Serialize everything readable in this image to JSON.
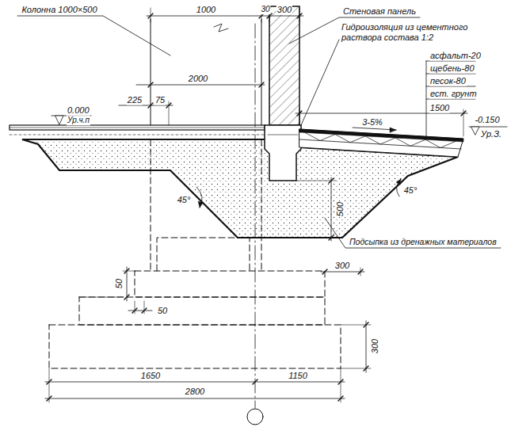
{
  "diagram": {
    "labels": [
      "Колонна 1000×500",
      "1000",
      "30",
      "300",
      "Стеновая панель",
      "Гидроизоляция из цементного раствора состава 1:2",
      "асфальт-20",
      "щебень-80",
      "песок-80",
      "ест. грунт",
      "2000",
      "0.000",
      "Ур.ч.п",
      "225",
      "75",
      "1500",
      "3-5%",
      "-0.150",
      "Ур.З.",
      "45°",
      "45°",
      "500",
      "Подсыпка из дренажных материалов",
      "300",
      "50",
      "50",
      "300",
      "1650",
      "1150",
      "2800"
    ]
  }
}
